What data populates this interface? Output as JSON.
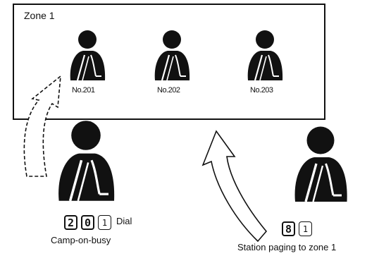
{
  "zone": {
    "title": "Zone 1",
    "extensions": [
      "No.201",
      "No.202",
      "No.203"
    ]
  },
  "caller_left": {
    "keys": [
      "2",
      "0",
      "1"
    ],
    "dial_label": "Dial",
    "caption": "Camp-on-busy"
  },
  "caller_right": {
    "keys": [
      "8",
      "1"
    ],
    "caption": "Station paging to zone 1"
  },
  "colors": {
    "ink": "#111111",
    "background": "#ffffff"
  },
  "icons": {
    "person": "person-silhouette-icon",
    "dashed_arrow": "dashed-curved-arrow-icon",
    "solid_arrow": "solid-curved-arrow-icon"
  }
}
